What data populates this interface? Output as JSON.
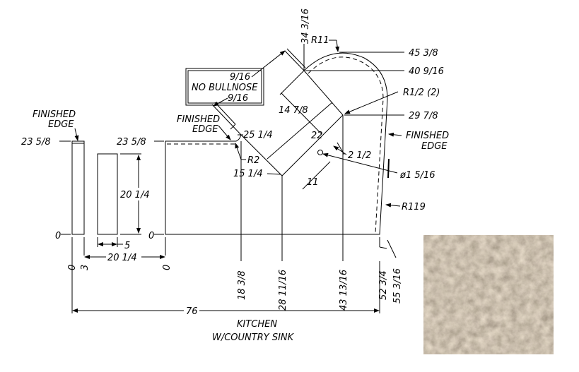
{
  "drawing": {
    "title": "KITCHEN",
    "subtitle": "W/COUNTRY SINK",
    "note_box": {
      "top": "9/16",
      "middle": "NO BULLNOSE",
      "bottom": "9/16"
    },
    "finished_edge_label": [
      "FINISHED",
      "EDGE"
    ],
    "dims": {
      "d_23_5_8_a": "23 5/8",
      "d_23_5_8_b": "23 5/8",
      "d_20_1_4_v": "20 1/4",
      "d_0_left": "0",
      "d_0_mid": "0",
      "d_5": "5",
      "d_20_1_4_h": "20 1/4",
      "d_0_rot": "0",
      "d_3_rot": "3",
      "d_0_rot2": "0",
      "d_18_3_8": "18 3/8",
      "d_28_11_16": "28 11/16",
      "d_43_13_16": "43 13/16",
      "d_52_3_4": "52 3/4",
      "d_55_3_16": "55 3/16",
      "d_76": "76",
      "d_34_3_16": "34 3/16",
      "d_R11": "R11",
      "d_45_3_8": "45 3/8",
      "d_40_9_16": "40 9/16",
      "d_R1_2": "R1/2 (2)",
      "d_29_7_8": "29 7/8",
      "d_14_7_8": "14 7/8",
      "d_22": "22",
      "d_25_1_4": "25 1/4",
      "d_R2": "R2",
      "d_15_1_4": "15 1/4",
      "d_11": "11",
      "d_2_1_2": "2 1/2",
      "d_hole": "ø1 5/16",
      "d_R119": "R119"
    }
  },
  "swatch": {
    "name": "granite-sample",
    "colors": [
      "#8a7d6d",
      "#c9bca6",
      "#5e5246",
      "#a89a86"
    ]
  }
}
